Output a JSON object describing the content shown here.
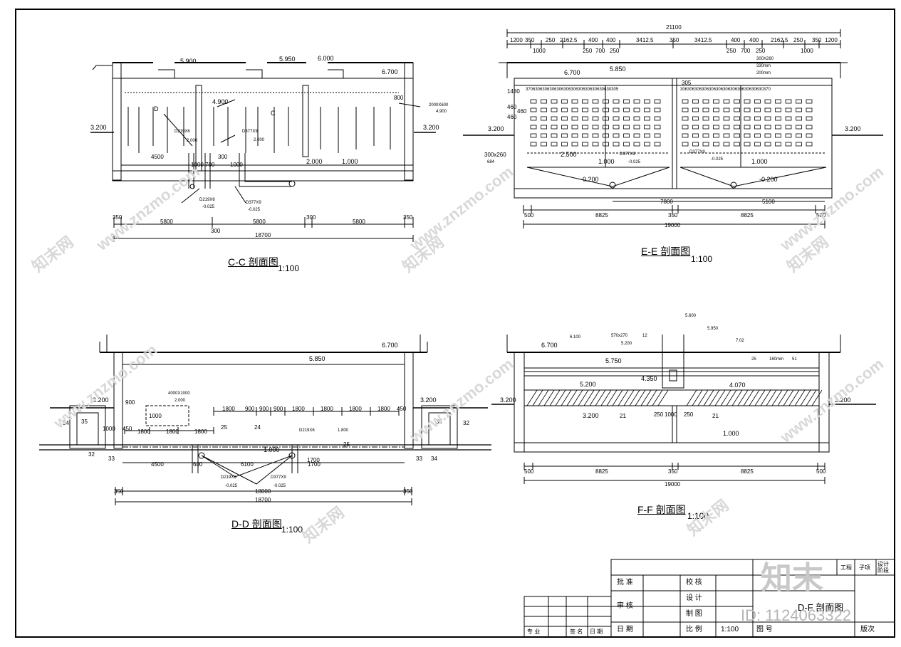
{
  "sections": {
    "cc": {
      "title": "C-C 剖面图",
      "scale": "1:100",
      "levels": [
        "5.900",
        "5.950",
        "6.000",
        "6.700",
        "4.900",
        "3.200",
        "3.200",
        "2.000",
        "2.000",
        "1.000"
      ],
      "labels": [
        "D",
        "C",
        "D219X6",
        "2.000",
        "D377X9",
        "2.000",
        "4500",
        "1000",
        "700",
        "1000",
        "300",
        "800",
        "2000X600",
        "4.900",
        "D219X6",
        "-0.025",
        "D377X9",
        "-0.025"
      ],
      "dims_top": [
        "350",
        "5800",
        "5800",
        "300",
        "5800",
        "350"
      ],
      "dim_sub": "300",
      "dim_total": "18700"
    },
    "ee": {
      "title": "E-E 剖面图",
      "scale": "1:100",
      "dim_total_top": "21100",
      "dims_top": [
        "1200",
        "350",
        "250",
        "2162.5",
        "400",
        "400",
        "3412.5",
        "350",
        "3412.5",
        "400",
        "400",
        "2162.5",
        "250",
        "350",
        "1200"
      ],
      "dims_sub": [
        "1000",
        "250",
        "700",
        "250",
        "250",
        "700",
        "250",
        "1000"
      ],
      "levels": [
        "6.700",
        "5.850",
        "3.200",
        "3.200",
        "2.500",
        "1.000",
        "1.000",
        "-0.200",
        "-0.200"
      ],
      "labels": [
        "300X260",
        "330mm",
        "200mm",
        "305",
        "1480",
        "460",
        "460",
        "460",
        "300x260",
        "684",
        "D377X9",
        "-0.025",
        "D377X9",
        "-0.025"
      ],
      "pipe_row": "370630630630630630630630630630630630305",
      "pipe_row_right": "30630630630630630630630630630630630370",
      "dims_bottom_inner": [
        "7800",
        "5100"
      ],
      "dims_bottom": [
        "500",
        "8825",
        "350",
        "8825",
        "500"
      ],
      "dim_total": "19000"
    },
    "dd": {
      "title": "D-D 剖面图",
      "scale": "1:100",
      "levels": [
        "6.700",
        "5.850",
        "3.200",
        "3.200",
        "1.000",
        "2.000"
      ],
      "labels": [
        "4000X1000",
        "1000",
        "900",
        "1800",
        "900",
        "900",
        "900",
        "1800",
        "1800",
        "1800",
        "1800",
        "450",
        "1000",
        "450",
        "1800",
        "1800",
        "1800",
        "25",
        "24",
        "D219X6",
        "1.800",
        "25",
        "1700",
        "34",
        "35",
        "32",
        "33",
        "33",
        "35",
        "32",
        "34",
        "D219X6",
        "-0.025",
        "D377X9",
        "-0.025"
      ],
      "dims_mid": [
        "4500",
        "600",
        "6100",
        "1700"
      ],
      "dims_bottom": [
        "350",
        "18000",
        "350"
      ],
      "dim_total": "18700"
    },
    "ff": {
      "title": "F-F 剖面图",
      "scale": "1:100",
      "levels": [
        "5.600",
        "6.100",
        "5.950",
        "7.02",
        "6.700",
        "5.200",
        "5.750",
        "5.200",
        "4.350",
        "4.070",
        "3.200",
        "3.200",
        "3.200",
        "1.000"
      ],
      "labels": [
        "570x270",
        "12",
        "25",
        "160mm",
        "51",
        "21",
        "21",
        "250",
        "1000",
        "250"
      ],
      "dims_bottom": [
        "500",
        "8825",
        "350",
        "8825",
        "500"
      ],
      "dim_total": "19000"
    }
  },
  "title_block": {
    "approve": "批 准",
    "review": "审 核",
    "check": "校 核",
    "design": "设 计",
    "draw": "制 图",
    "date": "日 期",
    "scale_label": "比 例",
    "scale_value": "1:100",
    "drawing_no": "图 号",
    "project": "工程",
    "sub_item": "子项",
    "design_stage": "设计 阶段",
    "drawing_title": "D-F 剖面图",
    "version": "版次",
    "discipline": "专 业",
    "sign": "签 名",
    "sign_date": "日 期"
  },
  "watermark": {
    "brand": "知末",
    "site": "www.znzmo.com",
    "site_cn": "知末网",
    "id": "ID: 1124063322"
  }
}
